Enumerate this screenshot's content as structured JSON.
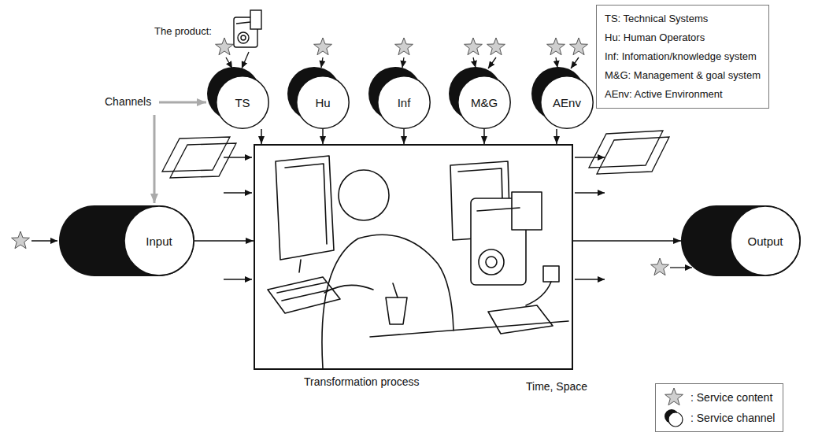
{
  "diagram": {
    "nodes": [
      {
        "text": [
          "TS"
        ]
      },
      {
        "text": [
          "Hu"
        ]
      },
      {
        "text": [
          "Inf"
        ]
      },
      {
        "text": [
          "M&G"
        ]
      },
      {
        "text": [
          "AEnv"
        ]
      },
      {
        "text": [
          "TS: Technical Systems",
          "Hu: Human Operators",
          "Inf: Infomation/knowledge system",
          "M&G: Management & goal system",
          "AEnv: Active Environment"
        ]
      },
      {
        "text": [
          "Input"
        ]
      },
      {
        "text": [
          "Transformation process"
        ]
      },
      {
        "text": [
          "Output"
        ]
      }
    ],
    "edges": [
      {
        "from": 0,
        "to": 7,
        "arrow": "to"
      },
      {
        "from": 1,
        "to": 7,
        "arrow": "to"
      },
      {
        "from": 2,
        "to": 7,
        "arrow": "to"
      },
      {
        "from": 3,
        "to": 7,
        "arrow": "to"
      },
      {
        "from": 4,
        "to": 7,
        "arrow": "to"
      },
      {
        "from": 6,
        "to": 7,
        "arrow": "to"
      },
      {
        "from": 7,
        "to": 8,
        "arrow": "to"
      }
    ],
    "labels": [
      "The product:",
      "Channels",
      "Time, Space"
    ],
    "legend": [
      {
        "text": ": Service content"
      },
      {
        "text": ": Service channel"
      }
    ]
  }
}
